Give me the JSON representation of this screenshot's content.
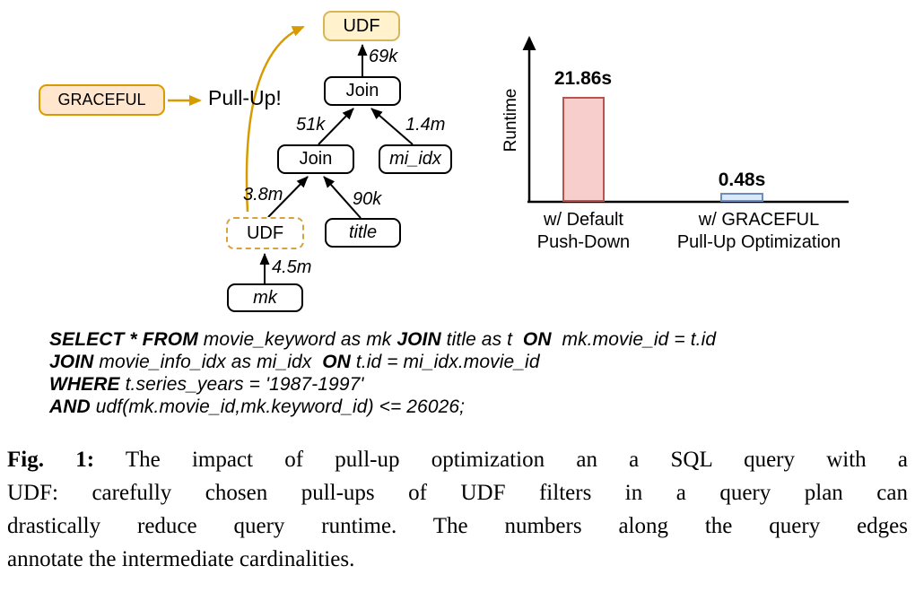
{
  "plan": {
    "graceful": {
      "label": "GRACEFUL"
    },
    "pullup": {
      "label": "Pull-Up!"
    },
    "nodes": {
      "udf_top": {
        "label": "UDF"
      },
      "join_top": {
        "label": "Join"
      },
      "join_mid": {
        "label": "Join"
      },
      "mi_idx": {
        "label": "mi_idx"
      },
      "udf_pushed": {
        "label": "UDF"
      },
      "title": {
        "label": "title"
      },
      "mk": {
        "label": "mk"
      }
    },
    "edge_labels": {
      "join_top_to_udf": "69k",
      "join_mid_to_join_top": "51k",
      "mi_idx_to_join_top": "1.4m",
      "udf_to_join_mid": "3.8m",
      "title_to_join_mid": "90k",
      "mk_to_udf": "4.5m"
    },
    "colors": {
      "accent_orange": "#d79b00",
      "udf_fill": "#fff2cc",
      "udf_border": "#d6b656",
      "graceful_fill": "#ffe6cc",
      "dashed_border": "#d6a33e"
    }
  },
  "chart_data": {
    "type": "bar",
    "categories": [
      [
        "w/ Default",
        "Push-Down"
      ],
      [
        "w/ GRACEFUL",
        "Pull-Up Optimization"
      ]
    ],
    "values": [
      21.86,
      0.48
    ],
    "value_labels": [
      "21.86s",
      "0.48s"
    ],
    "ylabel": "Runtime",
    "xlabel": "",
    "title": "",
    "grid": false,
    "legend": false,
    "bar_colors": [
      {
        "fill": "#f8cecc",
        "border": "#b85450"
      },
      {
        "fill": "#dae8fc",
        "border": "#6c8ebf"
      }
    ]
  },
  "sql": {
    "lines": [
      {
        "segments": [
          {
            "b": "SELECT * FROM"
          },
          {
            "t": " movie_keyword as mk "
          },
          {
            "b": "JOIN"
          },
          {
            "t": " title as t  "
          },
          {
            "b": "ON"
          },
          {
            "t": "  mk.movie_id = t.id"
          }
        ]
      },
      {
        "segments": [
          {
            "b": "JOIN"
          },
          {
            "t": " movie_info_idx as mi_idx  "
          },
          {
            "b": "ON"
          },
          {
            "t": " t.id = mi_idx.movie_id"
          }
        ]
      },
      {
        "segments": [
          {
            "b": "WHERE"
          },
          {
            "t": " t.series_years = '1987-1997'"
          }
        ]
      },
      {
        "segments": [
          {
            "b": "AND"
          },
          {
            "t": " udf(mk.movie_id,mk.keyword_id) <= 26026;"
          }
        ]
      }
    ]
  },
  "figure": {
    "caption": {
      "lines": [
        {
          "prefix": "Fig. 1:",
          "text": " The impact of pull-up optimization an a SQL query with a"
        },
        {
          "text": "UDF: carefully chosen pull-ups of UDF filters in a query plan can"
        },
        {
          "text": "drastically reduce query runtime. The numbers along the query edges"
        },
        {
          "text": "annotate the intermediate cardinalities.",
          "last": true
        }
      ]
    }
  }
}
